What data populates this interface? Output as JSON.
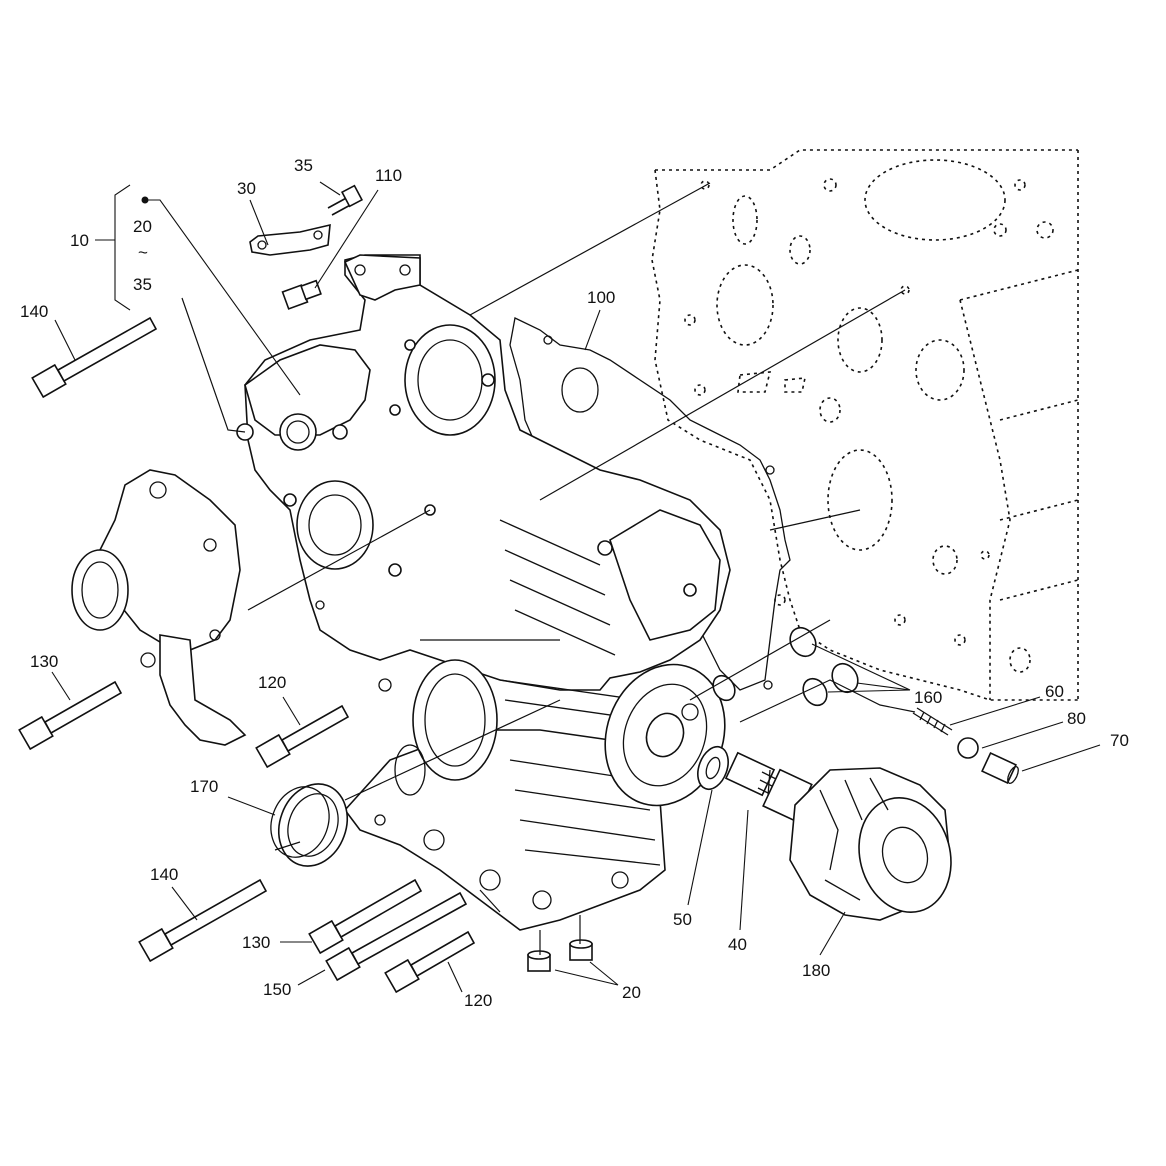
{
  "diagram": {
    "labels": {
      "l10": "10",
      "l20_range": "20",
      "l_tilde": "~",
      "l35_range": "35",
      "l30": "30",
      "l35": "35",
      "l110": "110",
      "l100": "100",
      "l140_top": "140",
      "l130_left": "130",
      "l120_mid": "120",
      "l170": "170",
      "l140_bottom": "140",
      "l130_bottom": "130",
      "l150": "150",
      "l120_bottom": "120",
      "l20_plugs": "20",
      "l50": "50",
      "l40": "40",
      "l180": "180",
      "l160": "160",
      "l60": "60",
      "l80": "80",
      "l70": "70"
    }
  }
}
